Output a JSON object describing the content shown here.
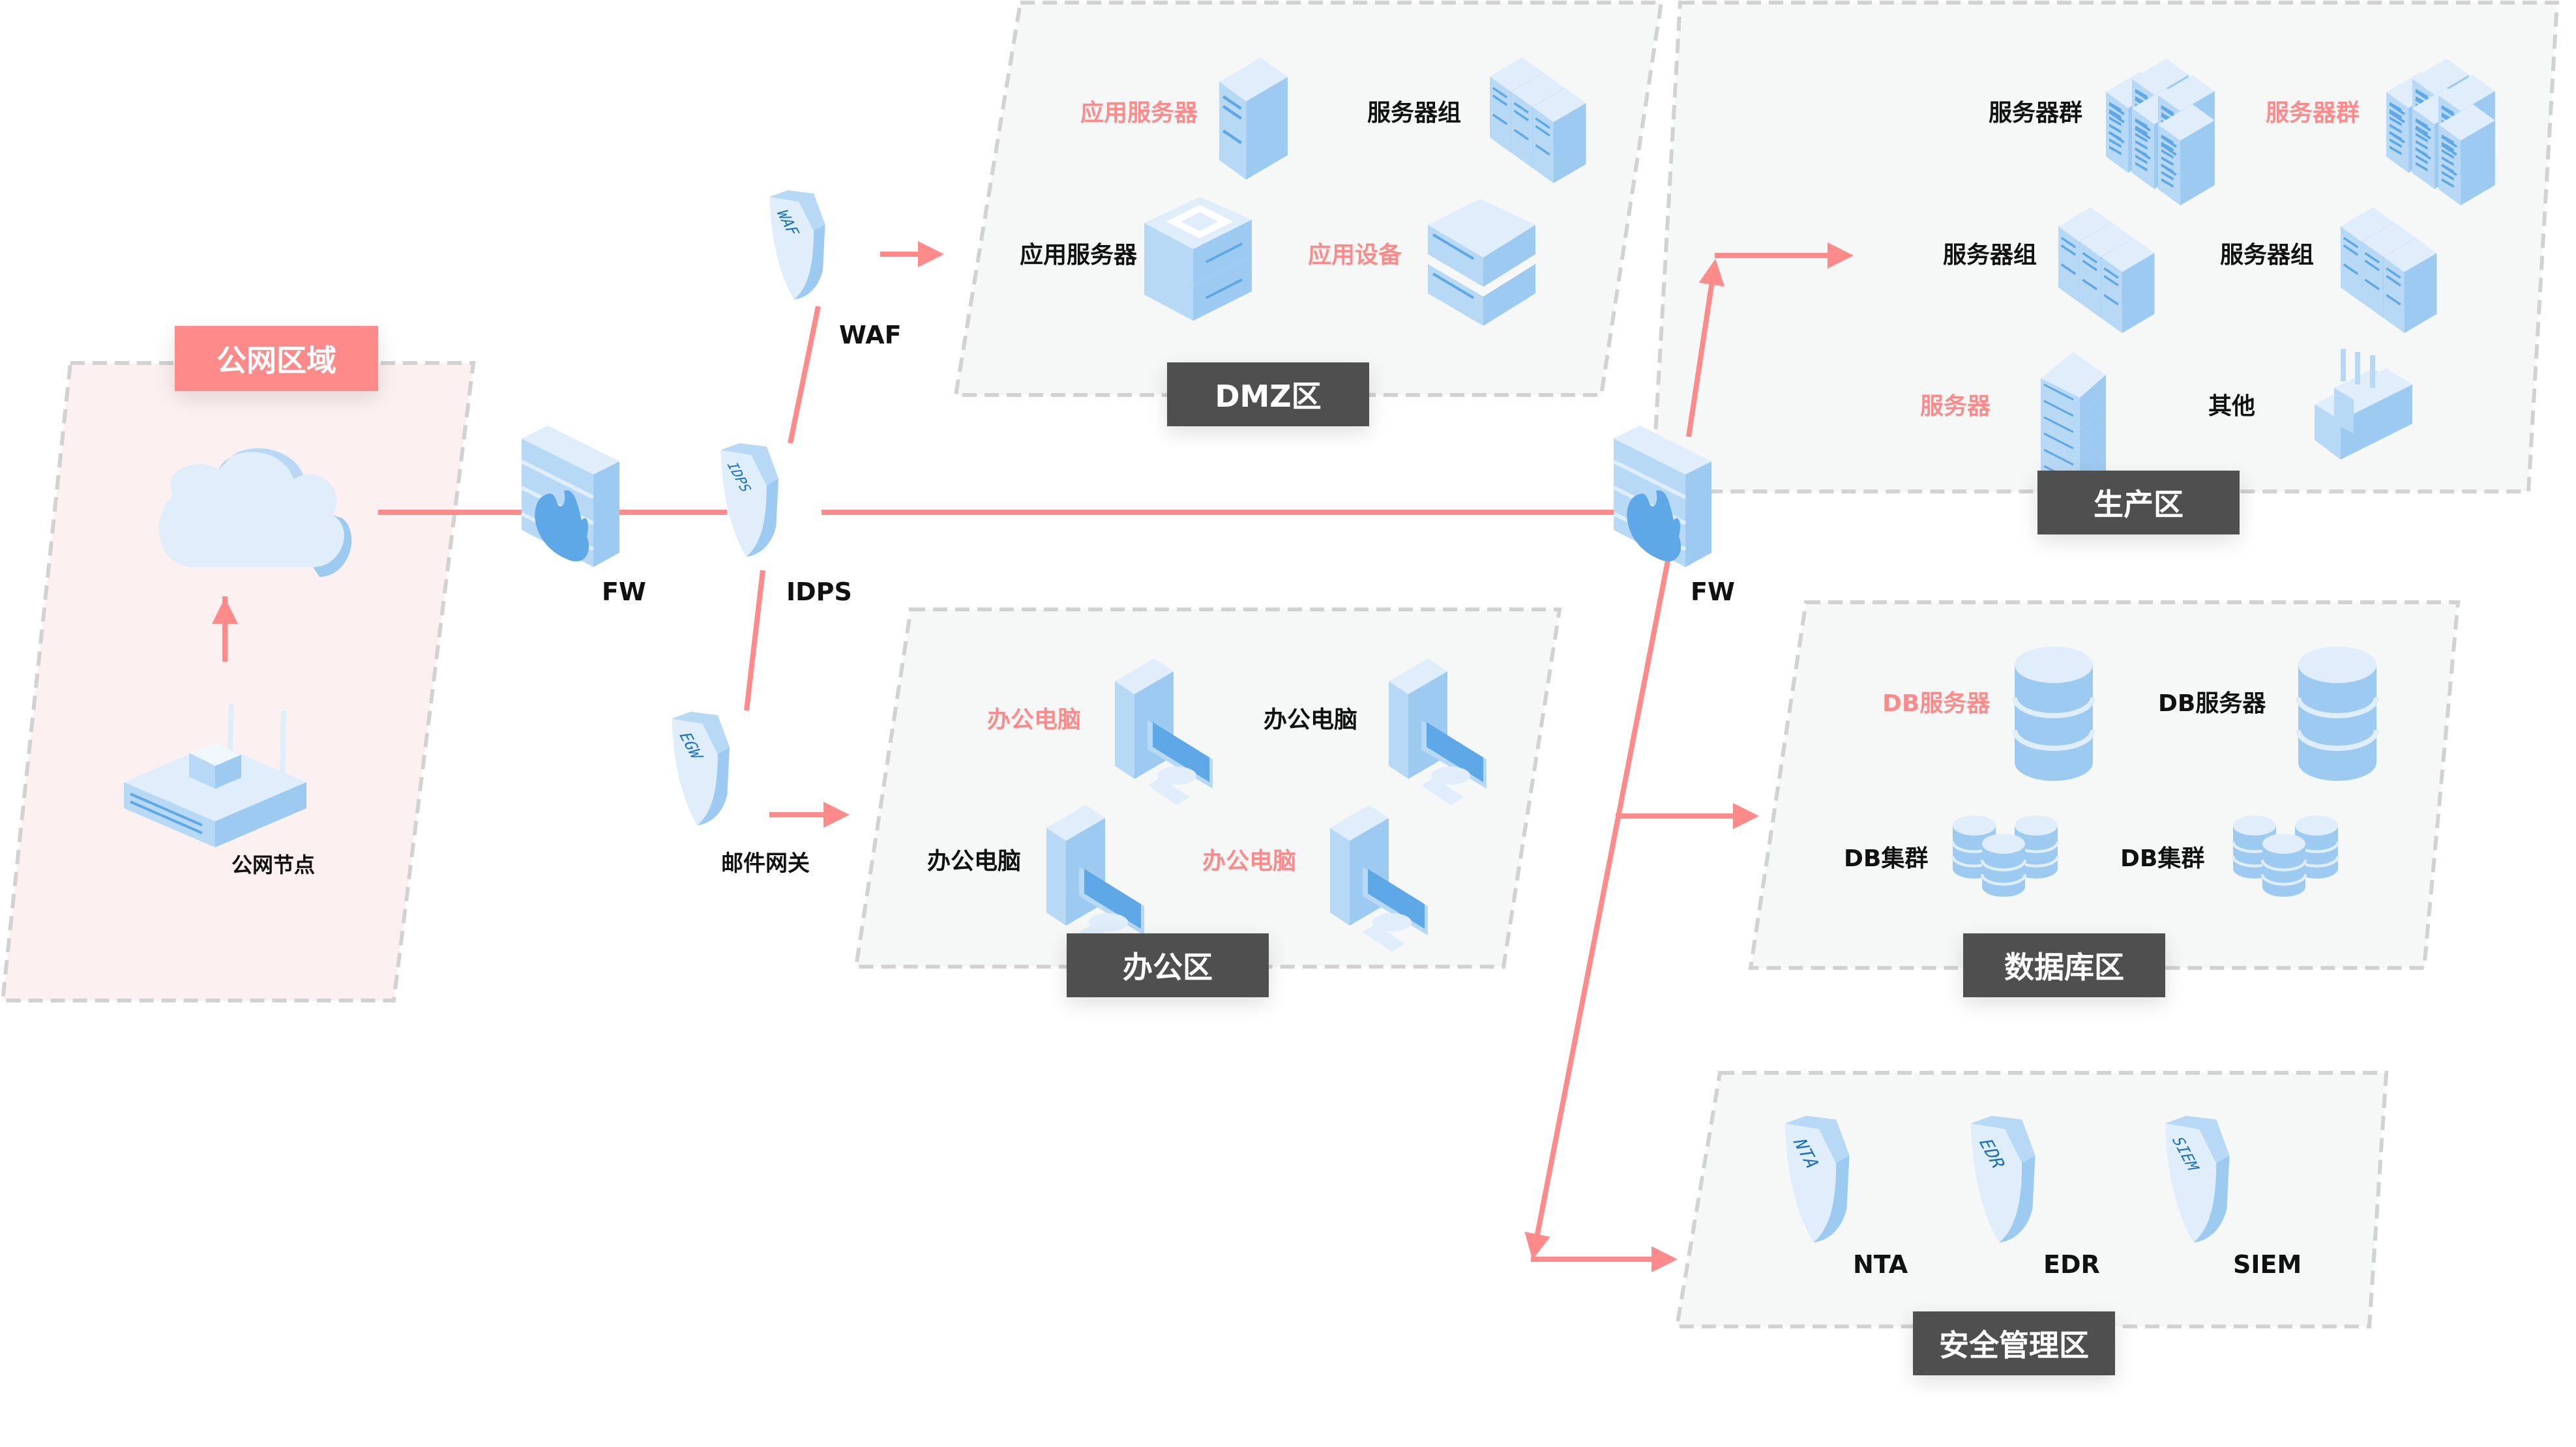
{
  "colors": {
    "link": "#ff8a8a",
    "zone_border": "#d2d2d2",
    "zone_fill": "#f6f8f8",
    "public_zone_fill": "#fdf0f0",
    "zone_title_bg": "#4f4f4f",
    "public_title_bg": "#ff8a8a",
    "icon_light": "#e0eefb",
    "icon_mid": "#b8d9f5",
    "icon_dark": "#9ccaf1",
    "icon_accent": "#5fa8e8",
    "shield_text": "#1a6fbf",
    "label_black": "#111111",
    "label_red": "#ff8a8a"
  },
  "public_zone": {
    "title": "公网区域",
    "devices": [
      {
        "icon": "cloud-icon",
        "label": ""
      },
      {
        "icon": "router-icon",
        "label": "公网节点"
      }
    ]
  },
  "edge_devices": {
    "fw1": {
      "icon": "firewall-icon",
      "label": "FW"
    },
    "idps": {
      "icon": "shield-icon",
      "badge": "IDPS",
      "label": "IDPS"
    },
    "waf": {
      "icon": "shield-icon",
      "badge": "WAF",
      "label": "WAF"
    },
    "egw": {
      "icon": "shield-icon",
      "badge": "EGW",
      "label": "邮件网关"
    },
    "fw2": {
      "icon": "firewall-icon",
      "label": "FW"
    }
  },
  "zones": {
    "dmz": {
      "title": "DMZ区",
      "items": [
        {
          "label": "应用服务器",
          "highlight": true,
          "icon": "server-tower-icon"
        },
        {
          "label": "服务器组",
          "highlight": false,
          "icon": "server-group-icon"
        },
        {
          "label": "应用服务器",
          "highlight": false,
          "icon": "app-server-icon"
        },
        {
          "label": "应用设备",
          "highlight": true,
          "icon": "appliance-icon"
        }
      ]
    },
    "office": {
      "title": "办公区",
      "items": [
        {
          "label": "办公电脑",
          "highlight": true,
          "icon": "desktop-pc-icon"
        },
        {
          "label": "办公电脑",
          "highlight": false,
          "icon": "desktop-pc-icon"
        },
        {
          "label": "办公电脑",
          "highlight": false,
          "icon": "desktop-pc-icon"
        },
        {
          "label": "办公电脑",
          "highlight": true,
          "icon": "desktop-pc-icon"
        }
      ]
    },
    "production": {
      "title": "生产区",
      "items": [
        {
          "label": "服务器群",
          "highlight": false,
          "icon": "server-cluster-icon"
        },
        {
          "label": "服务器群",
          "highlight": true,
          "icon": "server-cluster-icon"
        },
        {
          "label": "服务器组",
          "highlight": false,
          "icon": "server-group-icon"
        },
        {
          "label": "服务器组",
          "highlight": false,
          "icon": "server-group-icon"
        },
        {
          "label": "服务器",
          "highlight": true,
          "icon": "rack-server-icon"
        },
        {
          "label": "其他",
          "highlight": false,
          "icon": "factory-icon"
        }
      ]
    },
    "database": {
      "title": "数据库区",
      "items": [
        {
          "label": "DB服务器",
          "highlight": true,
          "icon": "database-icon"
        },
        {
          "label": "DB服务器",
          "highlight": false,
          "icon": "database-icon"
        },
        {
          "label": "DB集群",
          "highlight": false,
          "icon": "database-cluster-icon"
        },
        {
          "label": "DB集群",
          "highlight": false,
          "icon": "database-cluster-icon"
        }
      ]
    },
    "security": {
      "title": "安全管理区",
      "items": [
        {
          "label": "NTA",
          "badge": "NTA",
          "icon": "shield-icon"
        },
        {
          "label": "EDR",
          "badge": "EDR",
          "icon": "shield-icon"
        },
        {
          "label": "SIEM",
          "badge": "SIEM",
          "icon": "shield-icon"
        }
      ]
    }
  }
}
